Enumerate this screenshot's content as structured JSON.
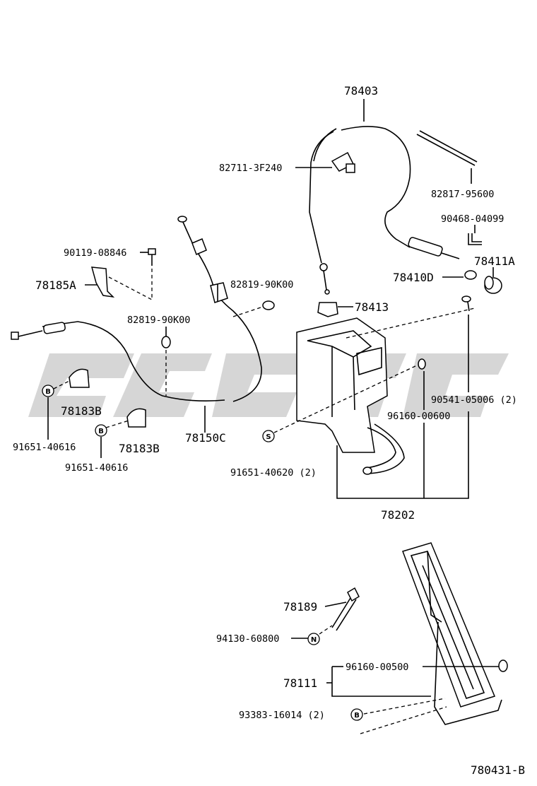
{
  "part_labels": {
    "p78403": "78403",
    "p82711": "82711-3F240",
    "p82817": "82817-95600",
    "p90468": "90468-04099",
    "p90119": "90119-08846",
    "p78411A": "78411A",
    "p78410D": "78410D",
    "p78185A": "78185A",
    "p82819a": "82819-90K00",
    "p78413": "78413",
    "p82819b": "82819-90K00",
    "p78183B_1": "78183B",
    "p78183B_2": "78183B",
    "p78150C": "78150C",
    "p90541": "90541-05006 (2)",
    "p96160a": "96160-00600",
    "p91651a": "91651-40616",
    "p91651b": "91651-40616",
    "p91651c": "91651-40620 (2)",
    "p78202": "78202",
    "p78189": "78189",
    "p94130": "94130-60800",
    "p96160b": "96160-00500",
    "p78111": "78111",
    "p93383": "93383-16014 (2)"
  },
  "badges": {
    "b1": "B",
    "b2": "B",
    "s1": "S",
    "n1": "N",
    "b3": "B"
  },
  "diagram_code": "780431-B",
  "watermark_color": "#c8c8c8"
}
